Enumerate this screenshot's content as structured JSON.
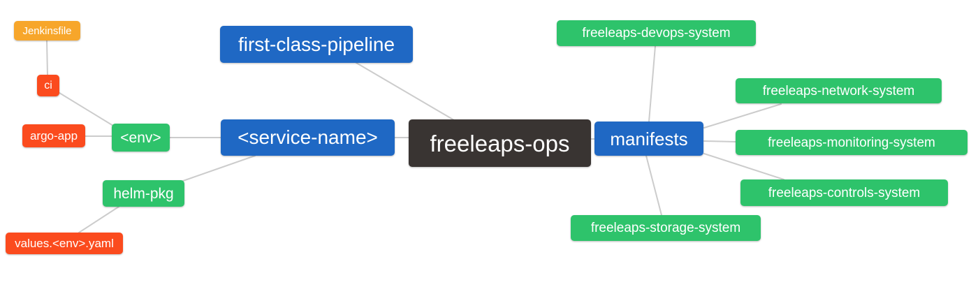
{
  "diagram": {
    "type": "mindmap",
    "root": "freeleaps-ops"
  },
  "palette": {
    "blue": "#1F68C4",
    "green": "#2EC36B",
    "red_orange": "#FB4B1E",
    "orange": "#F7A62B",
    "dark": "#393432",
    "edge_gray": "#CCCCCC",
    "node_text": "#FFFFFF"
  },
  "nodes": {
    "jenkinsfile": {
      "label": "Jenkinsfile",
      "color": "orange"
    },
    "ci": {
      "label": "ci",
      "color": "red_orange"
    },
    "argo_app": {
      "label": "argo-app",
      "color": "red_orange"
    },
    "env": {
      "label": "<env>",
      "color": "green"
    },
    "helm_pkg": {
      "label": "helm-pkg",
      "color": "green"
    },
    "values_env_yaml": {
      "label": "values.<env>.yaml",
      "color": "red_orange"
    },
    "first_class_pipeline": {
      "label": "first-class-pipeline",
      "color": "blue"
    },
    "service_name": {
      "label": "<service-name>",
      "color": "blue"
    },
    "freeleaps_ops": {
      "label": "freeleaps-ops",
      "color": "dark"
    },
    "manifests": {
      "label": "manifests",
      "color": "blue"
    },
    "devops_system": {
      "label": "freeleaps-devops-system",
      "color": "green"
    },
    "network_system": {
      "label": "freeleaps-network-system",
      "color": "green"
    },
    "monitoring_system": {
      "label": "freeleaps-monitoring-system",
      "color": "green"
    },
    "controls_system": {
      "label": "freeleaps-controls-system",
      "color": "green"
    },
    "storage_system": {
      "label": "freeleaps-storage-system",
      "color": "green"
    }
  },
  "edges": [
    {
      "from": "jenkinsfile",
      "to": "ci"
    },
    {
      "from": "ci",
      "to": "env"
    },
    {
      "from": "argo_app",
      "to": "env"
    },
    {
      "from": "env",
      "to": "service_name"
    },
    {
      "from": "service_name",
      "to": "helm_pkg"
    },
    {
      "from": "helm_pkg",
      "to": "values_env_yaml"
    },
    {
      "from": "first_class_pipeline",
      "to": "freeleaps_ops"
    },
    {
      "from": "service_name",
      "to": "freeleaps_ops"
    },
    {
      "from": "freeleaps_ops",
      "to": "manifests"
    },
    {
      "from": "manifests",
      "to": "devops_system"
    },
    {
      "from": "manifests",
      "to": "network_system"
    },
    {
      "from": "manifests",
      "to": "monitoring_system"
    },
    {
      "from": "manifests",
      "to": "controls_system"
    },
    {
      "from": "manifests",
      "to": "storage_system"
    }
  ]
}
